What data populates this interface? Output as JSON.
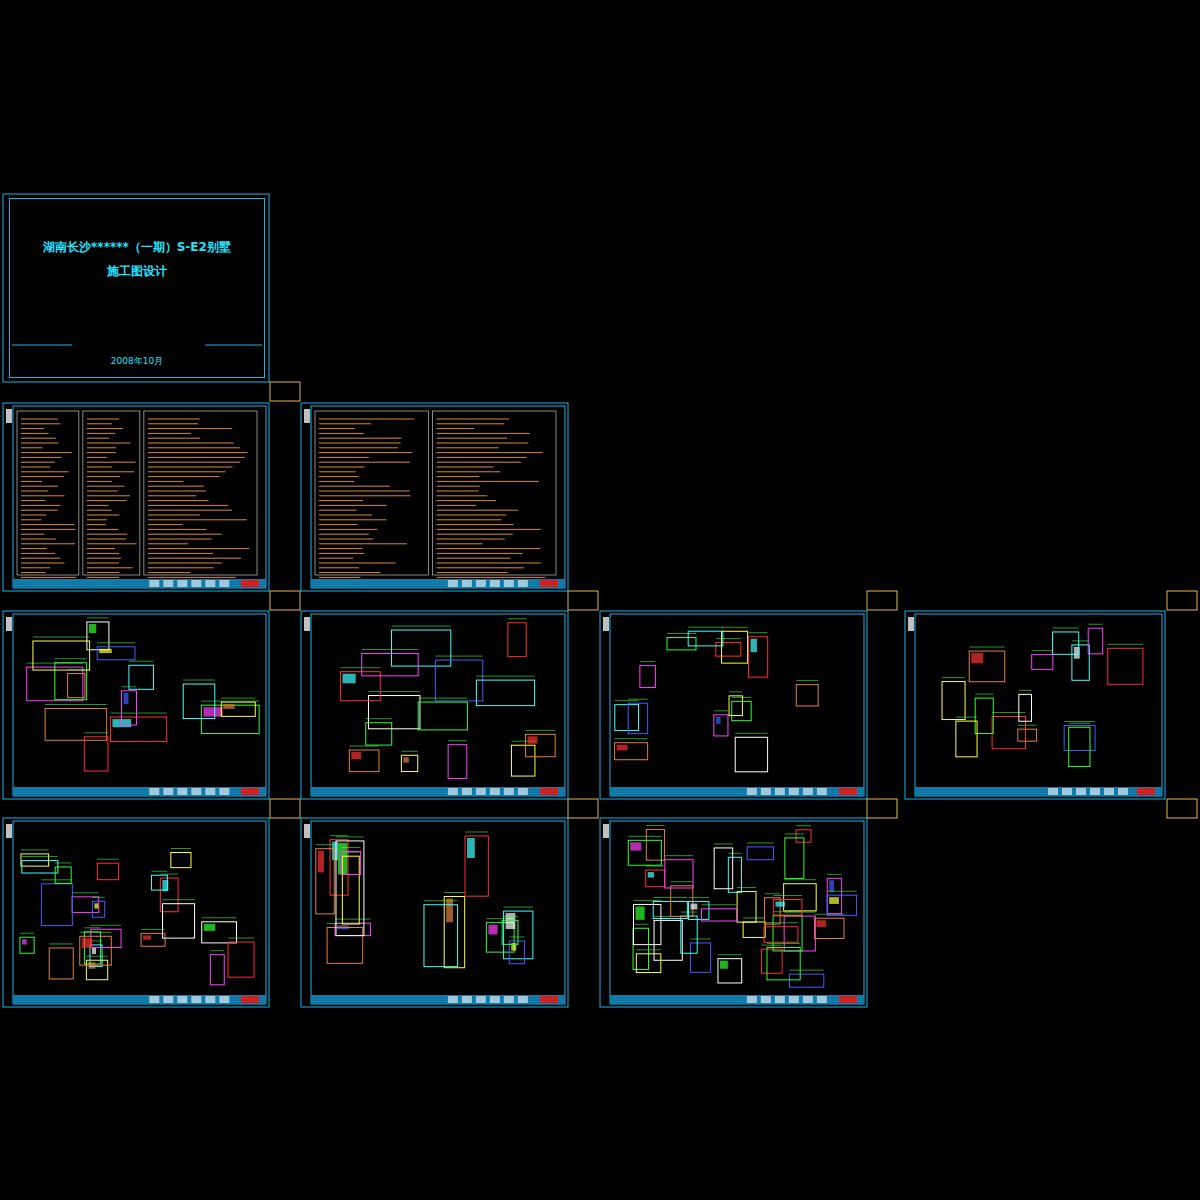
{
  "diagram": {
    "nodes": [
      {
        "text": [
          "湖南长沙******（一期）S-E2别墅",
          "施工图设计",
          "2008年10月"
        ]
      }
    ]
  }
}
